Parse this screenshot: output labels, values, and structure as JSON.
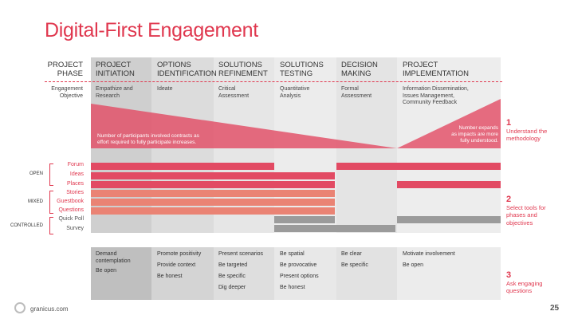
{
  "title": "Digital-First Engagement",
  "header": {
    "project_phase": "PROJECT\nPHASE",
    "engagement_objective": "Engagement\nObjective"
  },
  "phases": [
    {
      "name": "PROJECT\nINITIATION",
      "objective": "Empathize and\nResearch"
    },
    {
      "name": "OPTIONS\nIDENTIFICATION",
      "objective": "Ideate"
    },
    {
      "name": "SOLUTIONS\nREFINEMENT",
      "objective": "Critical\nAssessment"
    },
    {
      "name": "SOLUTIONS\nTESTING",
      "objective": "Quantitative\nAnalysis"
    },
    {
      "name": "DECISION\nMAKING",
      "objective": "Formal\nAssessment"
    },
    {
      "name": "PROJECT\nIMPLEMENTATION",
      "objective": "Information Dissemination,\nIssues Management,\nCommunity Feedback"
    }
  ],
  "notes": {
    "left": "Number of participants involved contracts as\neffort required to fully participate increases.",
    "right": "Number expands\nas impacts are more\nfully understood."
  },
  "steps": [
    {
      "number": "1",
      "label": "Understand the\nmethodology"
    },
    {
      "number": "2",
      "label": "Select tools for\nphases and\nobjectives"
    },
    {
      "number": "3",
      "label": "Ask engaging\nquestions"
    }
  ],
  "groups": {
    "open": "OPEN",
    "mixed": "MIXED",
    "controlled": "CONTROLLED"
  },
  "tools": [
    "Forum",
    "Ideas",
    "Places",
    "Stories",
    "Guestbook",
    "Questions",
    "Quick Poll",
    "Survey"
  ],
  "questions": [
    [
      "Demand\ncontemplation",
      "Be open"
    ],
    [
      "Promote positivity",
      "Provide context",
      "Be honest"
    ],
    [
      "Present scenarios",
      "Be targeted",
      "Be specific",
      "Dig deeper"
    ],
    [
      "Be spatial",
      "Be provocative",
      "Present options",
      "Be honest"
    ],
    [
      "Be clear",
      "Be specific"
    ],
    [
      "Motivate involvement",
      "Be open"
    ]
  ],
  "footer": {
    "brand": "granicus.com",
    "page": "25"
  },
  "colors": {
    "accent": "#e0384f",
    "pink_bar": "#e24a63",
    "salmon_bar": "#ea8374",
    "gray_bar": "#9b9b9b"
  }
}
